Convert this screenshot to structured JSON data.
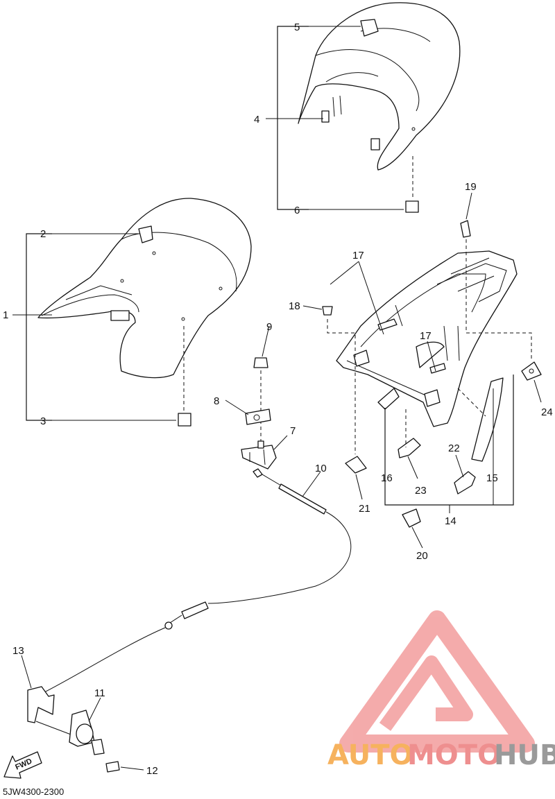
{
  "diagram": {
    "labels": {
      "l1": "1",
      "l2": "2",
      "l3": "3",
      "l4": "4",
      "l5": "5",
      "l6": "6",
      "l7": "7",
      "l8": "8",
      "l9": "9",
      "l10": "10",
      "l11": "11",
      "l12": "12",
      "l13": "13",
      "l14": "14",
      "l15": "15",
      "l16": "16",
      "l17a": "17",
      "l17b": "17",
      "l18": "18",
      "l19": "19",
      "l20": "20",
      "l21": "21",
      "l22": "22",
      "l23": "23",
      "l24": "24"
    },
    "code": "5JW4300-2300",
    "fwd": "FWD"
  },
  "watermark": {
    "auto": "AUTO",
    "moto": "MOTO",
    "hub": "HUB",
    "colors": {
      "triangle": "#f3a3a3",
      "auto": "#f6b25e",
      "moto": "#ee8f8f",
      "hub": "#9a9a9a"
    }
  }
}
